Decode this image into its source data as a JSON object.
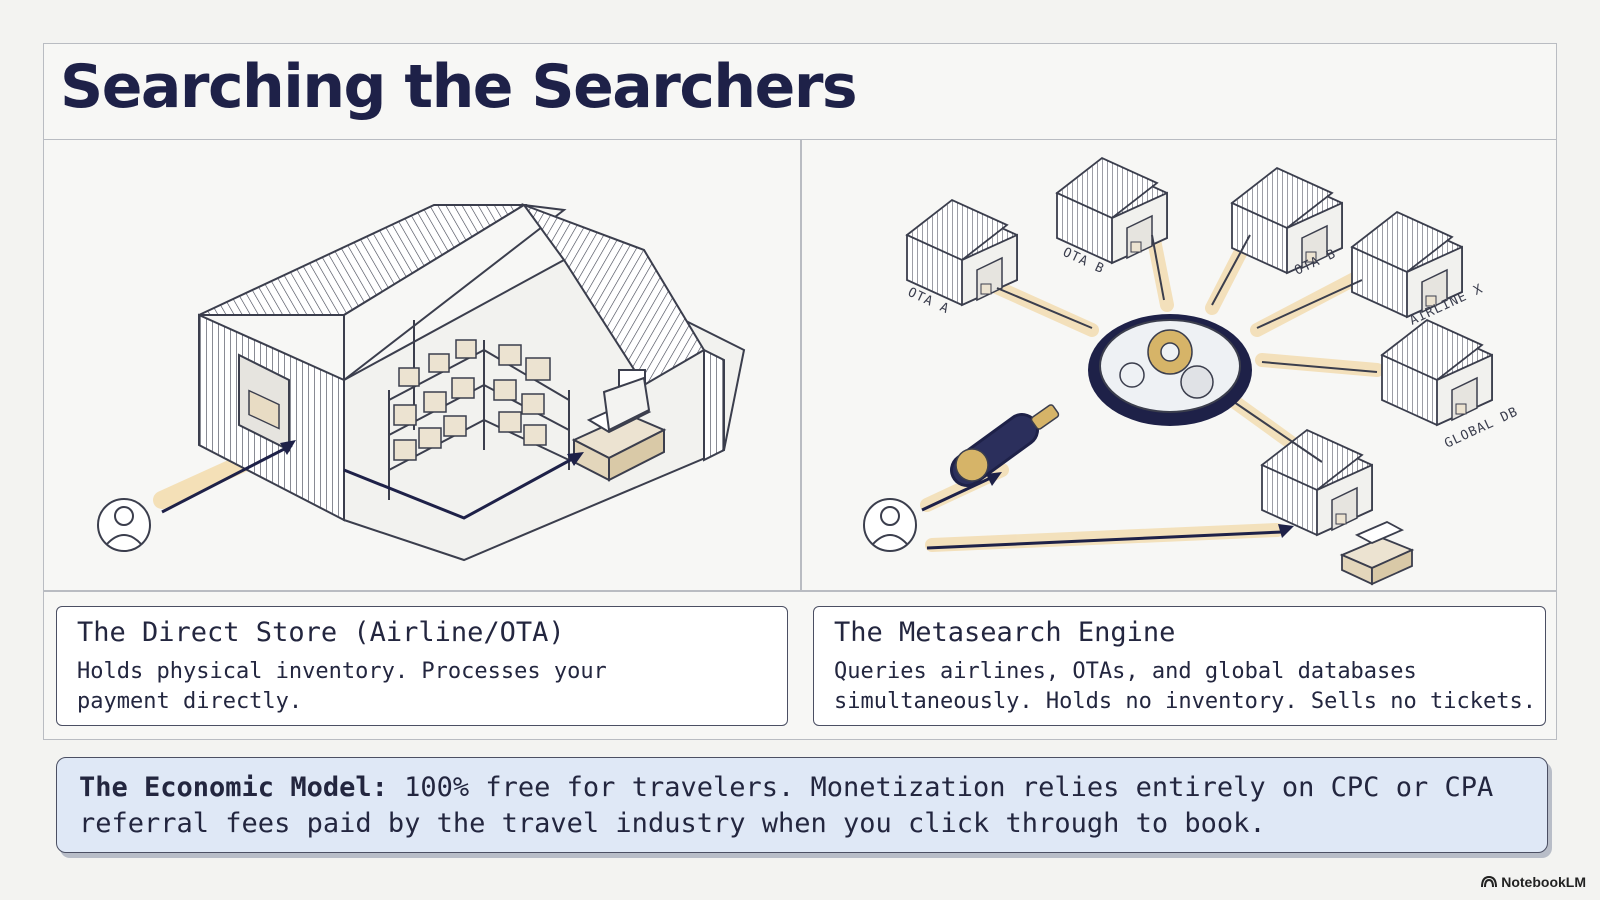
{
  "title": "Searching the Searchers",
  "left_panel": {
    "heading": "The Direct Store (Airline/OTA)",
    "body_line1": "Holds physical inventory. Processes your",
    "body_line2": "payment directly."
  },
  "right_panel": {
    "heading": "The Metasearch Engine",
    "body_line1": "Queries airlines, OTAs, and global databases",
    "body_line2": "simultaneously. Holds no inventory. Sells no tickets.",
    "source_labels": [
      "OTA A",
      "OTA B",
      "OTA B",
      "AIRLINE X",
      "GLOBAL DB"
    ]
  },
  "economic_model": {
    "label": "The Economic Model:",
    "text": " 100% free for travelers. Monetization relies entirely on CPC or CPA referral fees paid by the travel industry when you click through to book."
  },
  "brand": "NotebookLM",
  "colors": {
    "title": "#1e2148",
    "accent_glow": "#f2d9a8",
    "callout_bg": "#dfe8f6",
    "ink": "#23263f"
  },
  "icons": [
    "user-icon",
    "warehouse-icon",
    "cash-register-icon",
    "magnifier-icon",
    "gear-icon",
    "arrow-icon"
  ]
}
